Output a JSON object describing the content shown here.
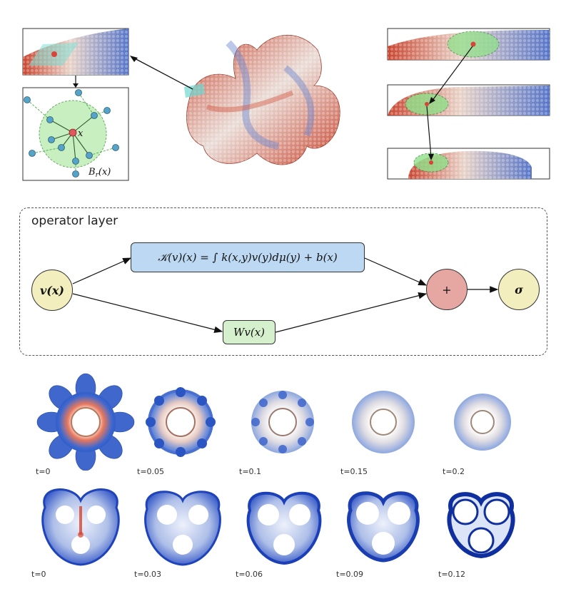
{
  "operator": {
    "title": "operator layer",
    "input": "v(x)",
    "kernel_expr": "𝒦(v)(x) = ∫ k(x,y)v(y)dμ(y) + b(x)",
    "linear_expr": "Wv(x)",
    "sum": "+",
    "activation": "σ"
  },
  "neighborhood": {
    "center_label": "x",
    "ball_label": "B_r(x)"
  },
  "time_row_1": [
    "t=0",
    "t=0.05",
    "t=0.1",
    "t=0.15",
    "t=0.2"
  ],
  "time_row_2": [
    "t=0",
    "t=0.03",
    "t=0.06",
    "t=0.09",
    "t=0.12"
  ],
  "colors": {
    "input_node": "#f2eebd",
    "kernel_box": "#bcd8f2",
    "linear_box": "#d4f0cc",
    "sum_node": "#e6a7a2",
    "activation_node": "#f2eebd",
    "ball": "#c8efc0",
    "surface_red": "#c9452f",
    "surface_blue": "#1f4fc7"
  }
}
